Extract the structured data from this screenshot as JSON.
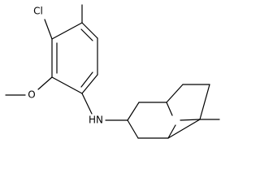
{
  "molecule": {
    "atom_labels": {
      "chlorine": "Cl",
      "oxygen": "O",
      "amine": "HN"
    },
    "colors": {
      "background": "#ffffff",
      "ink": "#000000"
    }
  }
}
